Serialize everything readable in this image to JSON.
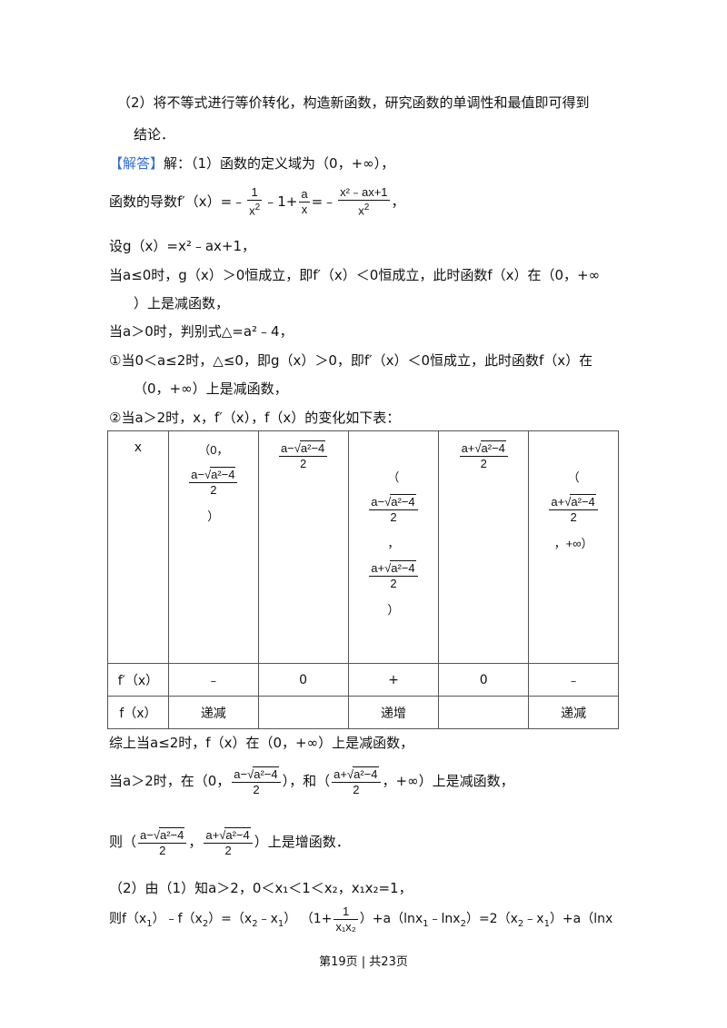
{
  "lines": {
    "l1": "（2）将不等式进行等价转化，构造新函数，研究函数的单调性和最值即可得到",
    "l2": "结论．",
    "l3_tag": "【解答】",
    "l3": "解：（1）函数的定义域为（0，+∞），",
    "l4_a": "函数的导数f′（x）=﹣",
    "l4_b": "﹣1+",
    "l4_c": "=﹣",
    "l4_d": "，",
    "l5": "设g（x）=x²﹣ax+1，",
    "l6": "当a≤0时，g（x）＞0恒成立，即f′（x）＜0恒成立，此时函数f（x）在（0，+∞",
    "l7": "）上是减函数，",
    "l8": "当a＞0时，判别式△=a²﹣4，",
    "l9": "①当0＜a≤2时，△≤0，即g（x）＞0，即f′（x）＜0恒成立，此时函数f（x）在",
    "l10": "（0，+∞）上是减函数，",
    "l11": "②当a＞2时，x，f′（x），f（x）的变化如下表：",
    "l12": "综上当a≤2时，f（x）在（0，+∞）上是减函数，",
    "l13_a": "当a＞2时，在（0，",
    "l13_b": "），和（",
    "l13_c": "，+∞）上是减函数，",
    "l14_a": "则（",
    "l14_b": "，",
    "l14_c": "）上是增函数．",
    "l15": "（2）由（1）知a＞2，0＜x",
    "l16_a": "则f（x",
    "l16_b": "）﹣f（x",
    "l16_c": "）=（x",
    "l16_d": "﹣x",
    "l16_e": "） （1+",
    "l16_f": "）+a（lnx",
    "l16_g": "﹣lnx",
    "l16_h": "）=2（x",
    "l16_i": "﹣x",
    "l16_j": "）+a（lnx"
  },
  "frac": {
    "one": "1",
    "x2": "x",
    "a": "a",
    "x": "x",
    "num_expr": "x²﹣ax+1",
    "minus_root_pre": "a−",
    "plus_root_pre": "a+",
    "root_body": "a²−4",
    "two": "2",
    "x1x2": "x₁x₂"
  },
  "l15_tail": "₁＜1＜x₂，x₁x₂=1，",
  "table": {
    "row_x": {
      "label": "x",
      "c1_open": "（0，",
      "c1_close": "）",
      "c3_open": "（",
      "c3_mid": "，",
      "c3_close": "）",
      "c5_open": "（",
      "c5_close": "，+∞）"
    },
    "row_fp": {
      "label": "f′（x）",
      "c1": "﹣",
      "c2": "0",
      "c3": "+",
      "c4": "0",
      "c5": "﹣"
    },
    "row_f": {
      "label": "f（x）",
      "c1": "递减",
      "c2": "",
      "c3": "递增",
      "c4": "",
      "c5": "递减"
    }
  },
  "footer": "第19页 | 共23页"
}
